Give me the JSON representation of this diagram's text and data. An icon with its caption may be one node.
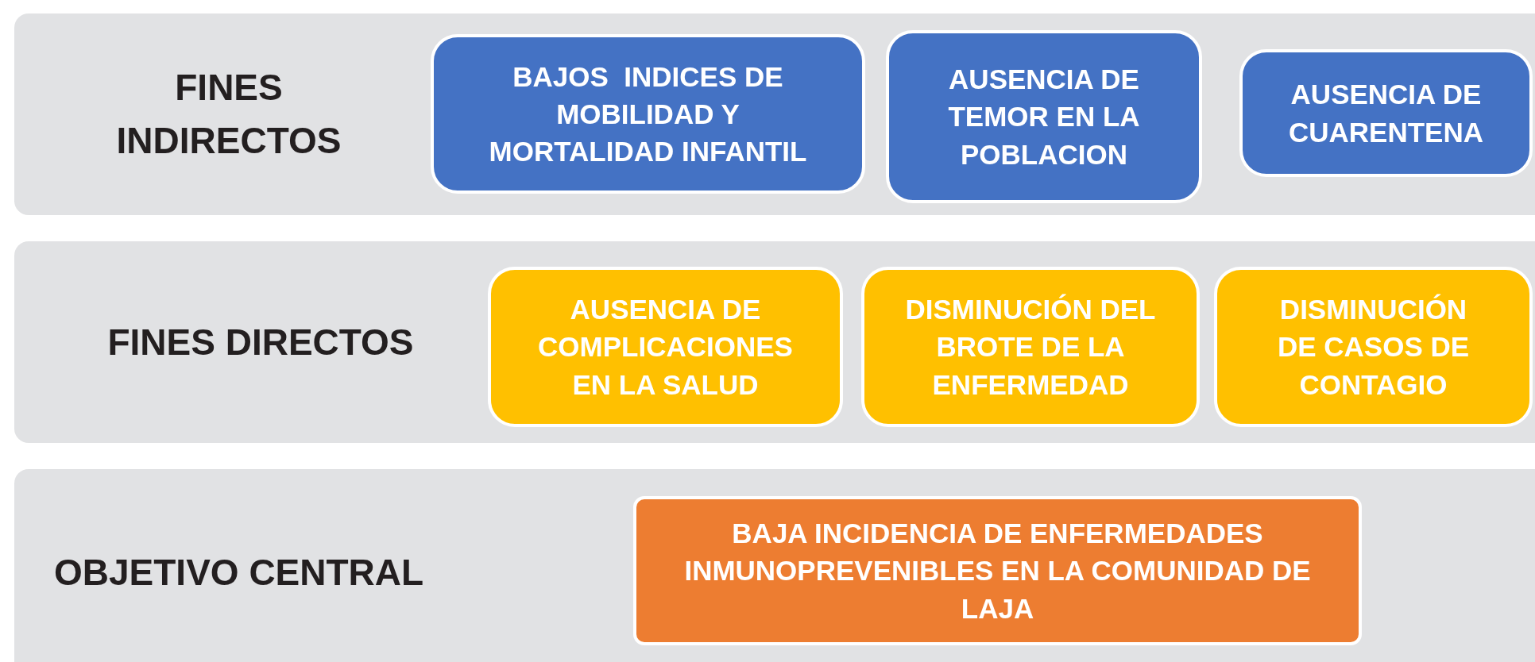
{
  "diagram": {
    "nodes": [
      {
        "text": [
          "FINES INDIRECTOS"
        ]
      },
      {
        "text": [
          "BAJOS  INDICES DE MOBILIDAD Y MORTALIDAD INFANTIL"
        ],
        "in": 0
      },
      {
        "text": [
          "AUSENCIA DE TEMOR EN LA POBLACION"
        ],
        "in": 0
      },
      {
        "text": [
          "AUSENCIA DE CUARENTENA"
        ],
        "in": 0
      },
      {
        "text": [
          "FINES DIRECTOS"
        ]
      },
      {
        "text": [
          "AUSENCIA DE COMPLICACIONES EN LA SALUD"
        ],
        "in": 4
      },
      {
        "text": [
          "DISMINUCIÓN DEL BROTE DE LA ENFERMEDAD"
        ],
        "in": 4
      },
      {
        "text": [
          "DISMINUCIÓN DE CASOS DE CONTAGIO"
        ],
        "in": 4
      },
      {
        "text": [
          "OBJETIVO CENTRAL"
        ]
      },
      {
        "text": [
          "BAJA INCIDENCIA DE ENFERMEDADES INMUNOPREVENIBLES EN LA COMUNIDAD DE LAJA"
        ],
        "in": 8
      }
    ],
    "edges": []
  }
}
